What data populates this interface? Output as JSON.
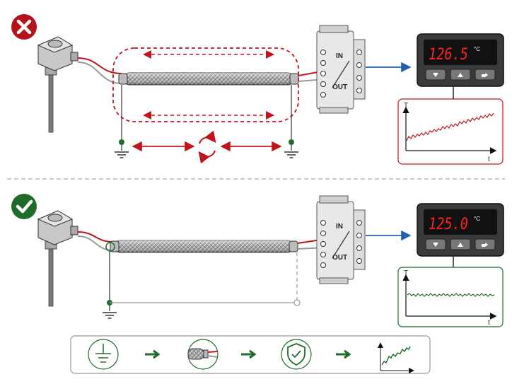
{
  "scenarios": [
    {
      "status": "incorrect",
      "status_icon": "x-icon",
      "display_value": "126.5",
      "display_unit": "°C",
      "module_in": "IN",
      "module_out": "OUT",
      "chart_y_label": "T",
      "chart_x_label": "t",
      "chart_trend": "rising-noisy",
      "accent": "#c0141c"
    },
    {
      "status": "correct",
      "status_icon": "check-icon",
      "display_value": "125.0",
      "display_unit": "°C",
      "module_in": "IN",
      "module_out": "OUT",
      "chart_y_label": "T",
      "chart_x_label": "t",
      "chart_trend": "flat-stable",
      "accent": "#1e6b2a"
    }
  ],
  "legend_steps": [
    "ground-icon",
    "shielded-cable-icon",
    "shield-check-icon",
    "stable-chart-icon"
  ],
  "colors": {
    "red": "#c0141c",
    "green": "#1e6b2a",
    "blue": "#1f5fb0"
  }
}
